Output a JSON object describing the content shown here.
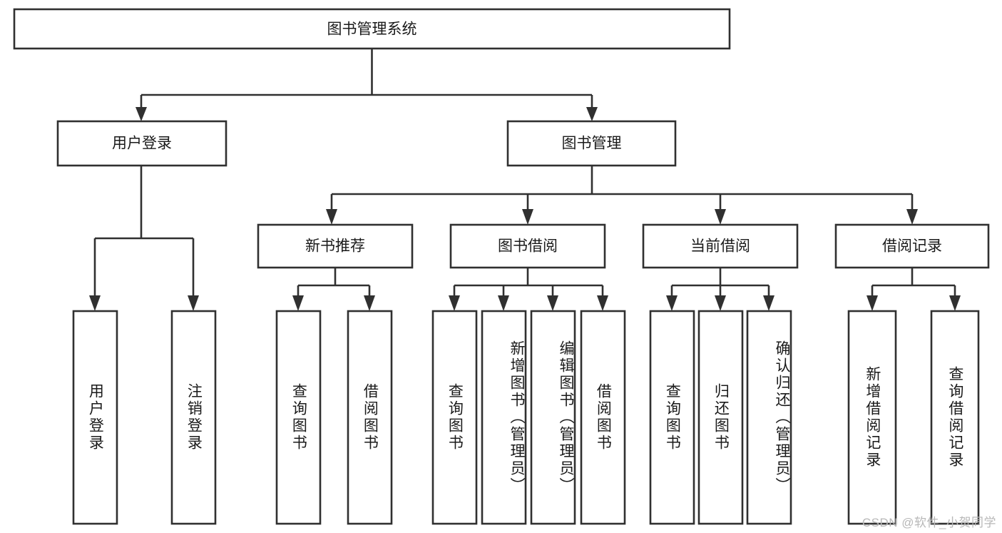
{
  "diagram": {
    "title": "图书管理系统",
    "type": "hierarchy-tree",
    "root": {
      "label": "图书管理系统"
    },
    "level1": [
      {
        "label": "用户登录"
      },
      {
        "label": "图书管理"
      }
    ],
    "level2": [
      {
        "label": "新书推荐"
      },
      {
        "label": "图书借阅"
      },
      {
        "label": "当前借阅"
      },
      {
        "label": "借阅记录"
      }
    ],
    "leaves": [
      {
        "label": "用户登录"
      },
      {
        "label": "注销登录"
      },
      {
        "label": "查询图书"
      },
      {
        "label": "借阅图书"
      },
      {
        "label": "查询图书"
      },
      {
        "label": "新增图书（管理员）"
      },
      {
        "label": "编辑图书（管理员）"
      },
      {
        "label": "借阅图书"
      },
      {
        "label": "查询图书"
      },
      {
        "label": "归还图书"
      },
      {
        "label": "确认归还（管理员）"
      },
      {
        "label": "新增借阅记录"
      },
      {
        "label": "查询借阅记录"
      }
    ]
  },
  "watermark": {
    "text": "CSDN @软件_小贺同学"
  },
  "colors": {
    "stroke": "#303030",
    "box_fill": "#ffffff",
    "text": "#1a1a1a",
    "watermark": "#b8b8b8",
    "background": "#ffffff"
  }
}
